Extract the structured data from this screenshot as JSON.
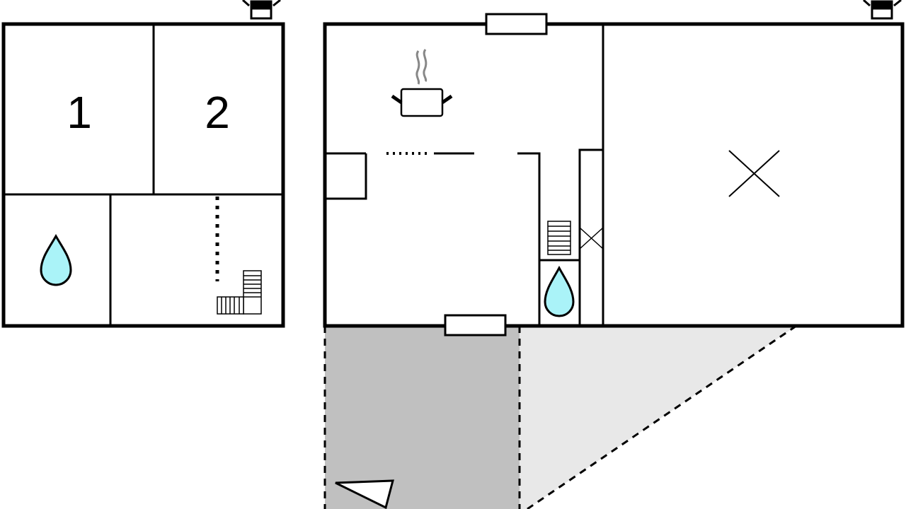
{
  "floorplan": {
    "rooms": [
      {
        "id": "bedroom-1",
        "label": "1"
      },
      {
        "id": "bedroom-2",
        "label": "2"
      }
    ],
    "icons": [
      "chimney-icon",
      "water-drop-icon",
      "stairs-icon",
      "cooking-pot-icon",
      "cross-icon",
      "window-icon",
      "compass-triangle-icon"
    ],
    "colors": {
      "wall": "#000000",
      "water": "#aaf3f8",
      "terrace_covered": "#c0c0c0",
      "terrace_open": "#e8e8e8",
      "steam": "#888888"
    }
  }
}
